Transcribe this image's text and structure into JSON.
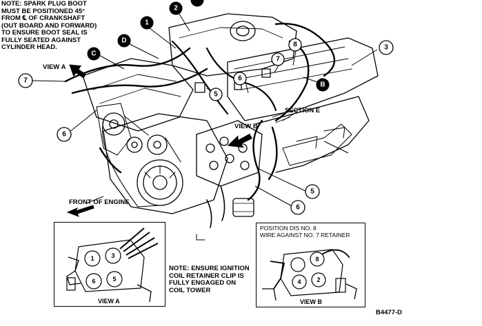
{
  "notes": {
    "spark_plug_boot": "NOTE: SPARK PLUG BOOT\nMUST BE POSITIONED 45°\nFROM ℄ OF CRANKSHAFT\n(OUT BOARD AND FORWARD)\nTO ENSURE BOOT SEAL IS\nFULLY SEATED AGAINST\nCYLINDER HEAD.",
    "ignition_coil": "NOTE: ENSURE IGNITION\nCOIL RETAINER CLIP IS\nFULLY ENGAGED ON\nCOIL TOWER",
    "position_dis": "POSITION DIS NO. 8\nWIRE AGAINST NO. 7 RETAINER"
  },
  "labels": {
    "view_a": "VIEW A",
    "view_b": "VIEW B",
    "section_e": "SECTION E",
    "front_of_engine": "FRONT OF ENGINE",
    "inset_view_a": "VIEW A",
    "inset_view_b": "VIEW B",
    "figure_code": "B4477-D"
  },
  "callouts": {
    "c1": "1",
    "c2": "2",
    "c3": "3",
    "c5a": "5",
    "c5b": "5",
    "c6a": "6",
    "c6b": "6",
    "c6c": "6",
    "c7a": "7",
    "c7b": "7",
    "c8": "8",
    "lb": "B",
    "lc": "C",
    "ld": "D"
  },
  "coil_towers": {
    "a1": "1",
    "a3": "3",
    "a6": "6",
    "a5": "5",
    "b8": "8",
    "b4": "4",
    "b2": "2"
  }
}
